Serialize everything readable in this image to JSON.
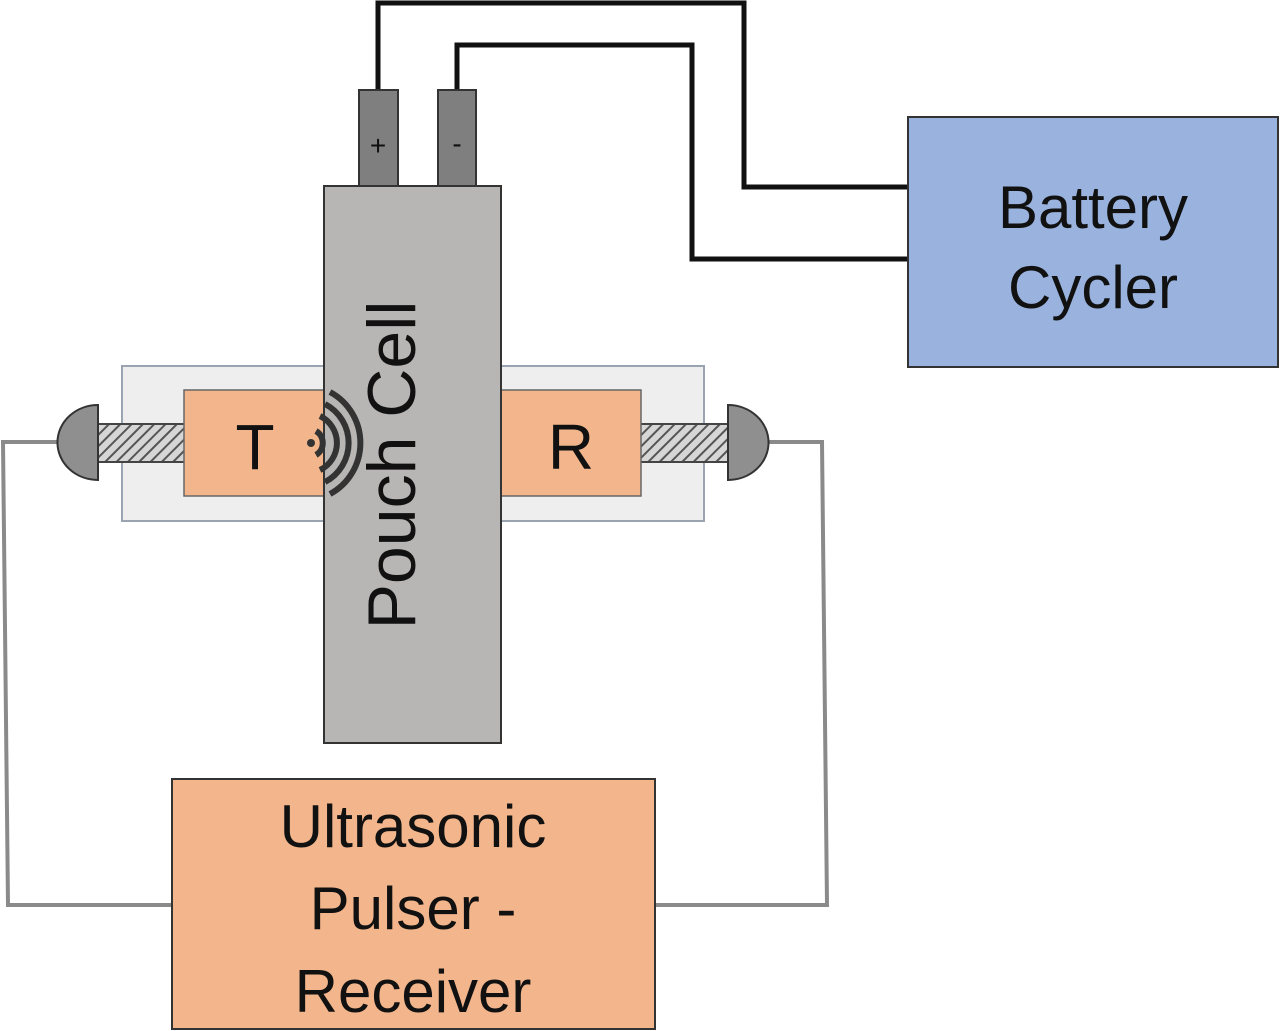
{
  "diagram": {
    "pouch_cell": {
      "label": "Pouch Cell",
      "fill": "#b8b5b5"
    },
    "terminals": {
      "positive": "+",
      "negative": "-",
      "fill": "#7f7f7f"
    },
    "battery_cycler": {
      "line1": "Battery",
      "line2": "Cycler",
      "fill": "#99b2de"
    },
    "transducers": {
      "transmitter": "T",
      "receiver": "R",
      "fill": "#f3b68c"
    },
    "pulser_receiver": {
      "line1": "Ultrasonic",
      "line2": "Pulser -",
      "line3": "Receiver",
      "fill": "#f3b68c"
    },
    "fixture": {
      "fill": "#eeeeee"
    },
    "wire_colors": {
      "cycler": "#111111",
      "ultrasonic": "#8a8a8a"
    },
    "icons": [
      "wave-emission-icon",
      "clamp-screw-icon"
    ]
  }
}
